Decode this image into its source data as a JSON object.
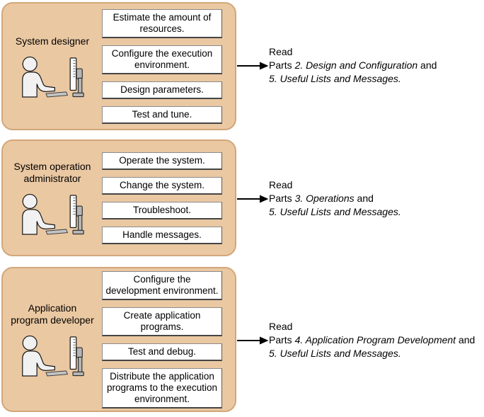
{
  "colors": {
    "panel_fill": "#eac8a2",
    "panel_border": "#d2a77b",
    "task_box_fill": "#ffffff",
    "task_box_border": "#8c8c8c",
    "arrow": "#000000",
    "text": "#000000"
  },
  "panels": [
    {
      "role": "System designer",
      "icon": "person-at-computer-icon",
      "tasks": [
        "Estimate the amount of\nresources.",
        "Configure the execution\nenvironment.",
        "Design parameters.",
        "Test and tune."
      ],
      "read": {
        "intro": "Read",
        "prefix": "Parts ",
        "italic_part": "2. Design and Configuration",
        "suffix": " and",
        "italic_part2": "5. Useful Lists and Messages."
      }
    },
    {
      "role": "System operation\nadministrator",
      "icon": "person-at-computer-icon",
      "tasks": [
        "Operate the system.",
        "Change the system.",
        "Troubleshoot.",
        "Handle messages."
      ],
      "read": {
        "intro": "Read",
        "prefix": "Parts ",
        "italic_part": "3. Operations",
        "suffix": " and",
        "italic_part2": "5. Useful Lists and Messages."
      }
    },
    {
      "role": "Application\nprogram developer",
      "icon": "person-at-computer-icon",
      "tasks": [
        "Configure the\ndevelopment environment.",
        "Create application\nprograms.",
        "Test and debug.",
        "Distribute the application\nprograms to the execution\nenvironment."
      ],
      "read": {
        "intro": "Read",
        "prefix": "Parts ",
        "italic_part": "4. Application Program Development",
        "suffix": " and",
        "italic_part2": "5. Useful Lists and Messages."
      }
    }
  ]
}
